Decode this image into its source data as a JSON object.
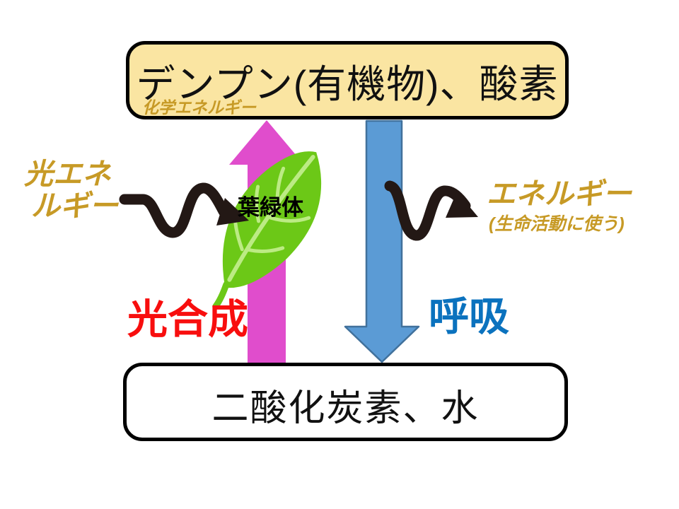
{
  "top_box": {
    "text": "デンプン(有機物)、酸素",
    "sublabel": "化学エネルギー"
  },
  "bottom_box": {
    "text": "二酸化炭素、水"
  },
  "light_energy": {
    "line1": "光エネ",
    "line2": "ルギー"
  },
  "leaf": {
    "label": "葉緑体"
  },
  "photosynthesis": {
    "label": "光合成"
  },
  "respiration": {
    "label": "呼吸"
  },
  "released_energy": {
    "title": "エネルギー",
    "note": "(生命活動に使う)"
  },
  "colors": {
    "top_box_fill": "#FAE5A2",
    "box_border": "#000000",
    "photosynthesis_arrow": "#E04DCC",
    "photosynthesis_label": "#F80E0E",
    "respiration_arrow_fill": "#5B9BD5",
    "respiration_arrow_border": "#41719C",
    "respiration_label": "#0B72BE",
    "energy_text": "#C79A26",
    "leaf_fill": "#6CC817",
    "leaf_vein": "#BCEB84",
    "wave_arrow": "#231815"
  }
}
